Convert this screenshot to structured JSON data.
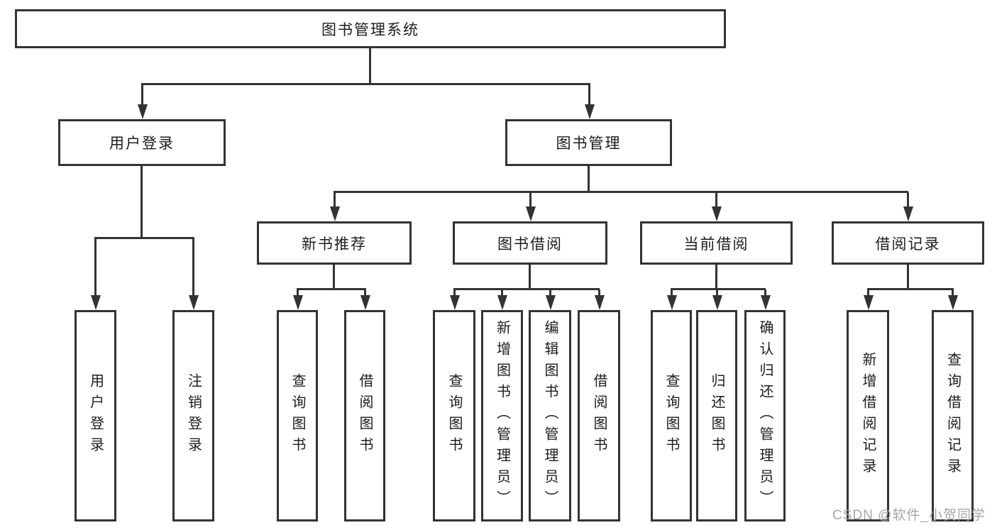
{
  "colors": {
    "line": "#333333",
    "text": "#1c1c1c",
    "background": "#ffffff",
    "watermark": "#a6a6a6"
  },
  "watermark": "CSDN @软件_小贺同学",
  "nodes": {
    "root": {
      "label": "图书管理系统"
    },
    "user_login": {
      "label": "用户登录"
    },
    "book_mgmt": {
      "label": "图书管理"
    },
    "new_book_rec": {
      "label": "新书推荐"
    },
    "book_borrow": {
      "label": "图书借阅"
    },
    "current_borrow": {
      "label": "当前借阅"
    },
    "borrow_record": {
      "label": "借阅记录"
    },
    "leaf_user_login": {
      "label": "用户登录"
    },
    "leaf_logout": {
      "label": "注销登录"
    },
    "leaf_rec_query": {
      "label": "查询图书"
    },
    "leaf_rec_borrow": {
      "label": "借阅图书"
    },
    "leaf_bb_query": {
      "label": "查询图书"
    },
    "leaf_bb_add": {
      "label": "新增图书（管理员）"
    },
    "leaf_bb_edit": {
      "label": "编辑图书（管理员）"
    },
    "leaf_bb_borrow": {
      "label": "借阅图书"
    },
    "leaf_cb_query": {
      "label": "查询图书"
    },
    "leaf_cb_return": {
      "label": "归还图书"
    },
    "leaf_cb_confirm": {
      "label": "确认归还（管理员）"
    },
    "leaf_br_add": {
      "label": "新增借阅记录"
    },
    "leaf_br_query": {
      "label": "查询借阅记录"
    }
  },
  "edges": [
    [
      "图书管理系统",
      "用户登录"
    ],
    [
      "图书管理系统",
      "图书管理"
    ],
    [
      "用户登录",
      "用户登录"
    ],
    [
      "用户登录",
      "注销登录"
    ],
    [
      "图书管理",
      "新书推荐"
    ],
    [
      "图书管理",
      "图书借阅"
    ],
    [
      "图书管理",
      "当前借阅"
    ],
    [
      "图书管理",
      "借阅记录"
    ],
    [
      "新书推荐",
      "查询图书"
    ],
    [
      "新书推荐",
      "借阅图书"
    ],
    [
      "图书借阅",
      "查询图书"
    ],
    [
      "图书借阅",
      "新增图书（管理员）"
    ],
    [
      "图书借阅",
      "编辑图书（管理员）"
    ],
    [
      "图书借阅",
      "借阅图书"
    ],
    [
      "当前借阅",
      "查询图书"
    ],
    [
      "当前借阅",
      "归还图书"
    ],
    [
      "当前借阅",
      "确认归还（管理员）"
    ],
    [
      "借阅记录",
      "新增借阅记录"
    ],
    [
      "借阅记录",
      "查询借阅记录"
    ]
  ]
}
